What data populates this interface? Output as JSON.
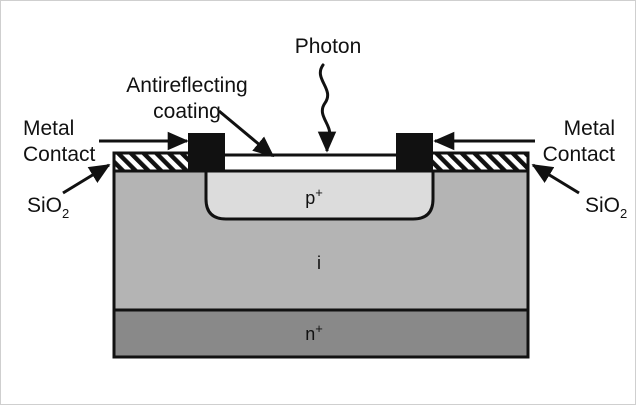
{
  "figure": {
    "title": "PIN photodiode cross-section",
    "type": "semiconductor-device-cross-section",
    "background_color": "#ffffff",
    "border_color": "#cfcfcf",
    "line_color": "#111111"
  },
  "labels": {
    "photon": "Photon",
    "antireflecting_line1": "Antireflecting",
    "antireflecting_line2": "coating",
    "metal_contact_left_line1": "Metal",
    "metal_contact_left_line2": "Contact",
    "metal_contact_right_line1": "Metal",
    "metal_contact_right_line2": "Contact",
    "sio2_left_base": "SiO",
    "sio2_left_sub": "2",
    "sio2_right_base": "SiO",
    "sio2_right_sub": "2",
    "p_region_base": "p",
    "p_region_sup": "+",
    "i_region": "i",
    "n_region_base": "n",
    "n_region_sup": "+"
  },
  "layers": [
    {
      "name": "p-plus-region",
      "label": "p+",
      "fill": "#dcdcdc",
      "doping": "p+",
      "description": "shallow heavily doped p-type top layer with rounded bottom corners"
    },
    {
      "name": "intrinsic-region",
      "label": "i",
      "fill": "#b4b4b4",
      "doping": "intrinsic",
      "description": "thick intrinsic absorption region"
    },
    {
      "name": "n-plus-substrate",
      "label": "n+",
      "fill": "#898989",
      "doping": "n+",
      "description": "heavily doped n-type substrate at the bottom"
    }
  ],
  "features": [
    {
      "name": "metal-contact-left",
      "label": "Metal Contact",
      "fill": "#111111",
      "side": "left"
    },
    {
      "name": "metal-contact-right",
      "label": "Metal Contact",
      "fill": "#111111",
      "side": "right"
    },
    {
      "name": "sio2-passivation-left",
      "label": "SiO2",
      "fill": "hatched",
      "side": "left"
    },
    {
      "name": "sio2-passivation-right",
      "label": "SiO2",
      "fill": "hatched",
      "side": "right"
    },
    {
      "name": "antireflecting-coating",
      "label": "Antireflecting coating",
      "fill": "#ffffff",
      "side": "center"
    },
    {
      "name": "photon-ray",
      "label": "Photon",
      "style": "wavy-arrow-downward",
      "side": "center"
    }
  ]
}
